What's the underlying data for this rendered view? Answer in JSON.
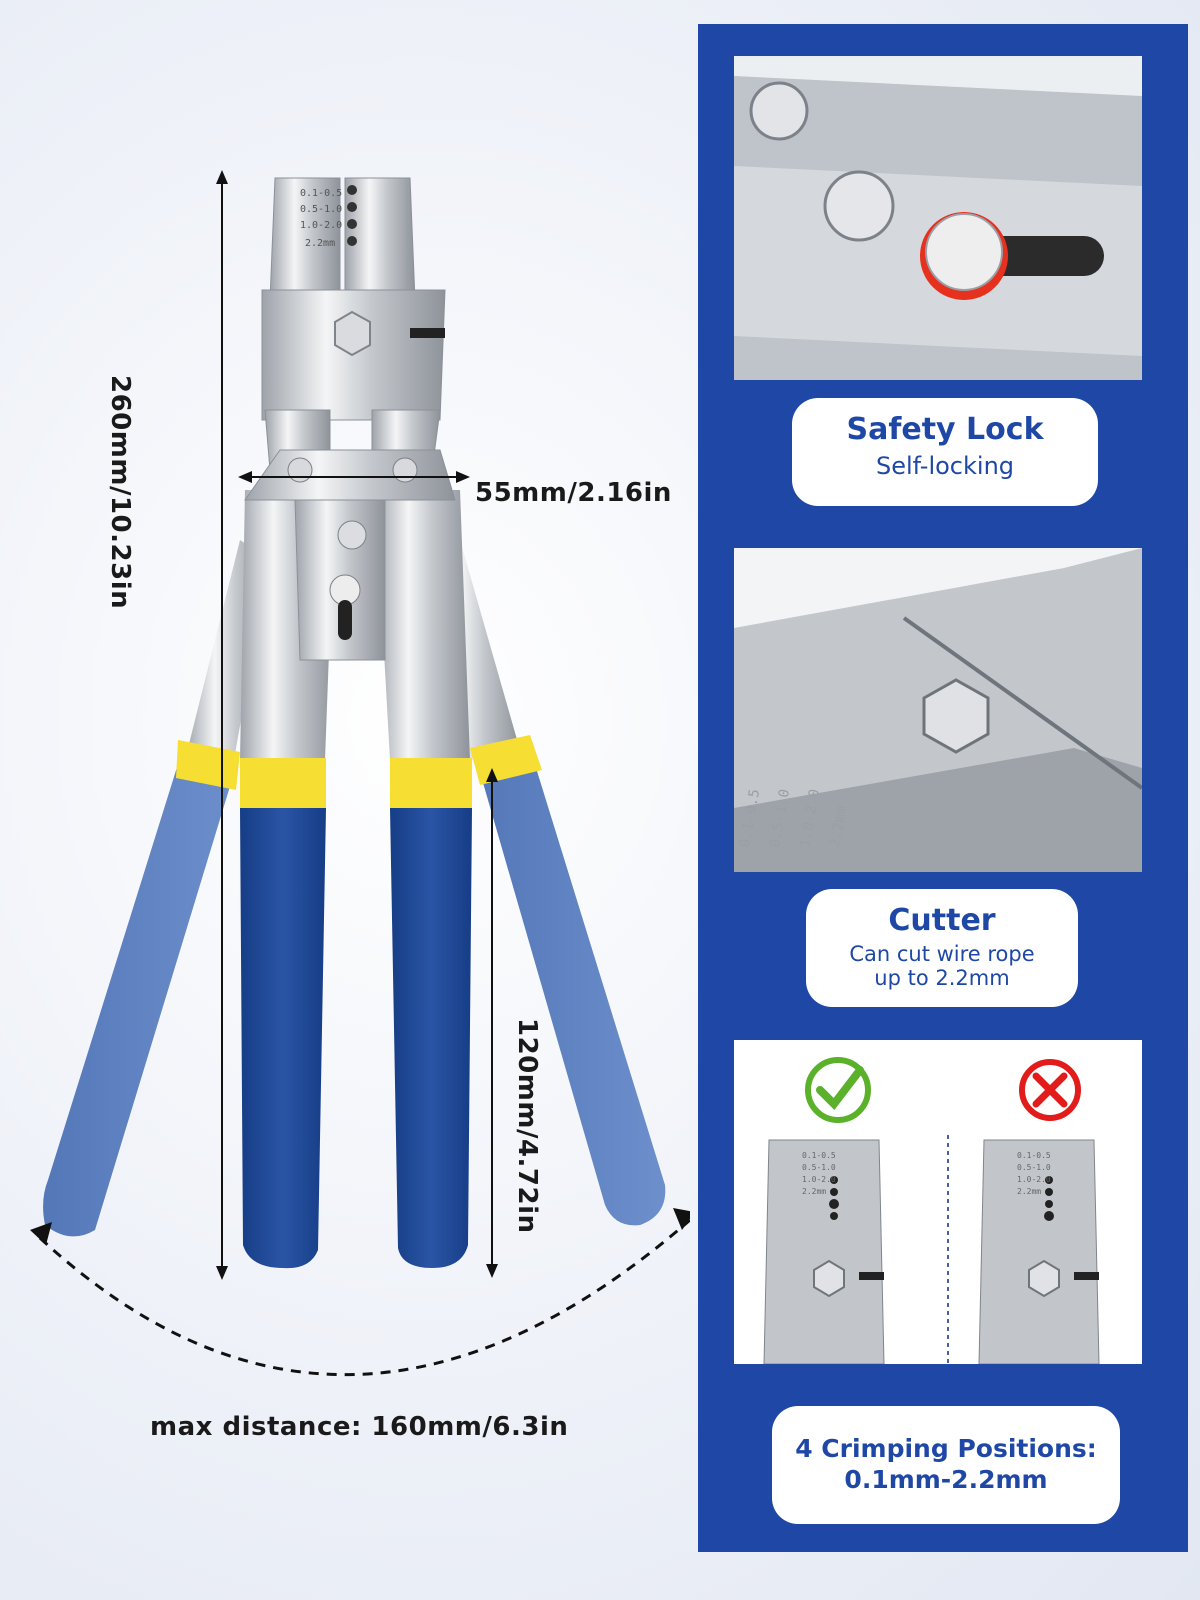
{
  "dimensions": {
    "height_label": "260mm/10.23in",
    "width_label": "55mm/2.16in",
    "handle_label": "120mm/4.72in",
    "span_label": "max distance: 160mm/6.3in"
  },
  "tool": {
    "jaw_markings": [
      "0.1-0.5",
      "0.5-1.0",
      "1.0-2.0",
      "2.2mm"
    ],
    "colors": {
      "handle_blue": "#1f4a99",
      "handle_light_blue": "#5f83c4",
      "band_yellow": "#f6de32",
      "steel": "#c9ccd1"
    }
  },
  "panel": {
    "background": "#1f48a6",
    "features": [
      {
        "title": "Safety Lock",
        "subtitle": "Self-locking"
      },
      {
        "title": "Cutter",
        "subtitle_line1": "Can cut wire rope",
        "subtitle_line2": "up to 2.2mm"
      },
      {
        "title_line1": "4 Crimping Positions:",
        "title_line2": "0.1mm-2.2mm"
      }
    ],
    "comparison": {
      "correct_icon": "check-icon",
      "wrong_icon": "cross-icon",
      "markings": [
        "0.1-0.5",
        "0.5-1.0",
        "1.0-2.0",
        "2.2mm"
      ]
    }
  }
}
